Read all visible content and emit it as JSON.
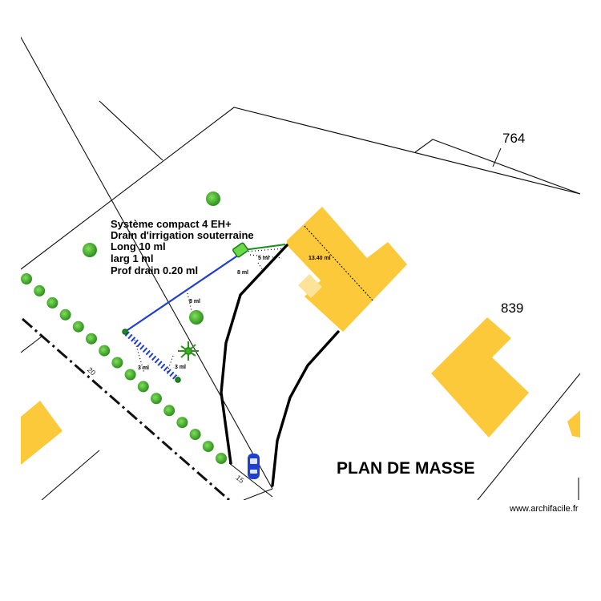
{
  "parcels": {
    "north": "764",
    "east": "839"
  },
  "notes": [
    "Système compact 4 EH+",
    "Drain d'irrigation souterraine",
    "Long 10 ml",
    "larg 1 ml",
    "Prof drain 0.20 ml"
  ],
  "dimensions": {
    "house_width": "13.40 ml",
    "to_system_a": "5 ml",
    "to_system_b": "8 ml",
    "system_to_drain": "8 ml",
    "drain_offset_left": "3 ml",
    "drain_offset_right": "3 ml"
  },
  "road_marks": {
    "road_a": "20",
    "road_b": "15"
  },
  "title": "PLAN DE MASSE",
  "credit": "www.archifacile.fr",
  "colors": {
    "building": "#fbc93a",
    "building_light": "#fde29a",
    "pipe": "#1f3fd0",
    "link": "#1a8c1a",
    "tree": "#3fae2a",
    "lines": "#000000"
  },
  "icons": [
    "tree-icon",
    "plant-icon",
    "car-icon",
    "septic-tank-icon"
  ]
}
